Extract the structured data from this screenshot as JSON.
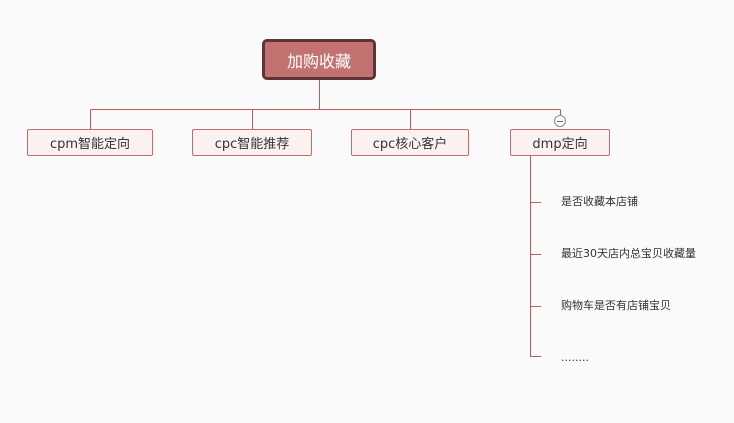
{
  "root": {
    "label": "加购收藏"
  },
  "branches": [
    {
      "label": "cpm智能定向"
    },
    {
      "label": "cpc智能推荐"
    },
    {
      "label": "cpc核心客户"
    },
    {
      "label": "dmp定向"
    }
  ],
  "dmp_children": [
    {
      "label": "是否收藏本店铺"
    },
    {
      "label": "最近30天店内总宝贝收藏量"
    },
    {
      "label": "购物车是否有店铺宝贝"
    },
    {
      "label": "........"
    }
  ],
  "colors": {
    "root_fill": "#c27371",
    "root_border": "#5e3536",
    "node_fill": "#fbf1f1",
    "node_border": "#c86a6a",
    "connector": "#c0595a"
  }
}
